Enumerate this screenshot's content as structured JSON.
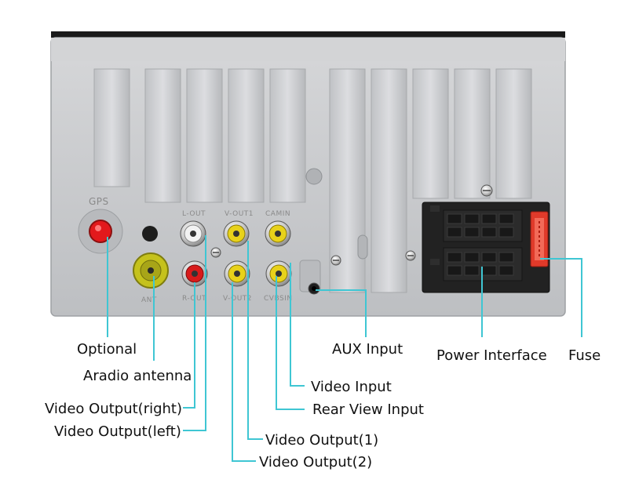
{
  "panel_labels": {
    "gps": "GPS",
    "ant": "ANT",
    "l_out": "L-OUT",
    "r_out": "R-OUT",
    "v_out1": "V-OUT1",
    "v_out2": "V-OUT2",
    "camin": "CAMIN",
    "cvbsin": "CVBSIN"
  },
  "callouts": {
    "optional": "Optional",
    "radio_antenna": "Aradio antenna",
    "video_output_right": "Video Output(right)",
    "video_output_left": "Video Output(left)",
    "aux_input": "AUX Input",
    "video_input": "Video Input",
    "rear_view_input": "Rear View Input",
    "video_output_1": "Video Output(1)",
    "video_output_2": "Video Output(2)",
    "power_interface": "Power Interface",
    "fuse": "Fuse"
  },
  "colors": {
    "leader_line": "#3fc6d3",
    "panel": "#c9cbcd",
    "rca_yellow": "#e8d21a",
    "rca_red": "#d81b1b",
    "rca_white": "#f2f2f2",
    "antenna": "#c5c21c",
    "gps_red": "#e2191c"
  }
}
